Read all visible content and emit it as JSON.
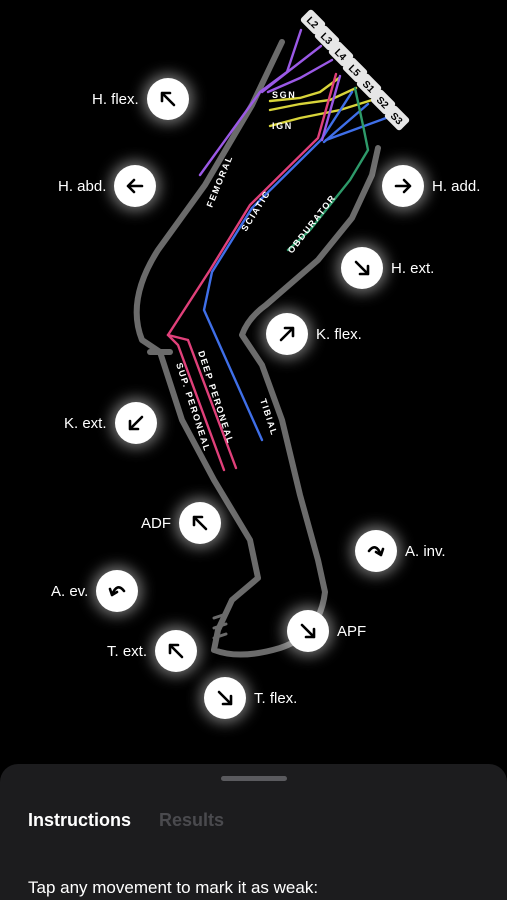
{
  "roots": [
    "L2",
    "L3",
    "L4",
    "L5",
    "S1",
    "S2",
    "S3"
  ],
  "nerves": {
    "sgn": "SGN",
    "ign": "IGN",
    "femoral": "FEMORAL",
    "sciatic": "SCIATIC",
    "obdurator": "OBDURATOR",
    "deep_peroneal": "DEEP PERONEAL",
    "sup_peroneal": "SUP. PERONEAL",
    "tibial": "TIBIAL"
  },
  "movements": {
    "h_flex": {
      "label": "H. flex.",
      "icon": "arrow-up-left-icon"
    },
    "h_abd": {
      "label": "H. abd.",
      "icon": "arrow-left-icon"
    },
    "h_add": {
      "label": "H. add.",
      "icon": "arrow-right-icon"
    },
    "h_ext": {
      "label": "H. ext.",
      "icon": "arrow-down-right-icon"
    },
    "k_flex": {
      "label": "K. flex.",
      "icon": "arrow-up-right-icon"
    },
    "k_ext": {
      "label": "K. ext.",
      "icon": "arrow-down-left-icon"
    },
    "adf": {
      "label": "ADF",
      "icon": "arrow-up-left-icon"
    },
    "a_inv": {
      "label": "A. inv.",
      "icon": "curved-arrow-down-right-icon"
    },
    "a_ev": {
      "label": "A. ev.",
      "icon": "curved-arrow-down-left-icon"
    },
    "apf": {
      "label": "APF",
      "icon": "arrow-down-right-icon"
    },
    "t_ext": {
      "label": "T. ext.",
      "icon": "arrow-up-left-icon"
    },
    "t_flex": {
      "label": "T. flex.",
      "icon": "arrow-down-right-icon"
    }
  },
  "sheet": {
    "tabs": [
      "Instructions",
      "Results"
    ],
    "active_tab": "Instructions",
    "instruction": "Tap any movement to mark it as weak:"
  },
  "colors": {
    "purple": "#9b59e6",
    "yellow": "#d8d43a",
    "blue": "#3f6fe8",
    "pink": "#e0407a",
    "green": "#2e9a6a",
    "leg_outline": "#6b6b6b"
  }
}
